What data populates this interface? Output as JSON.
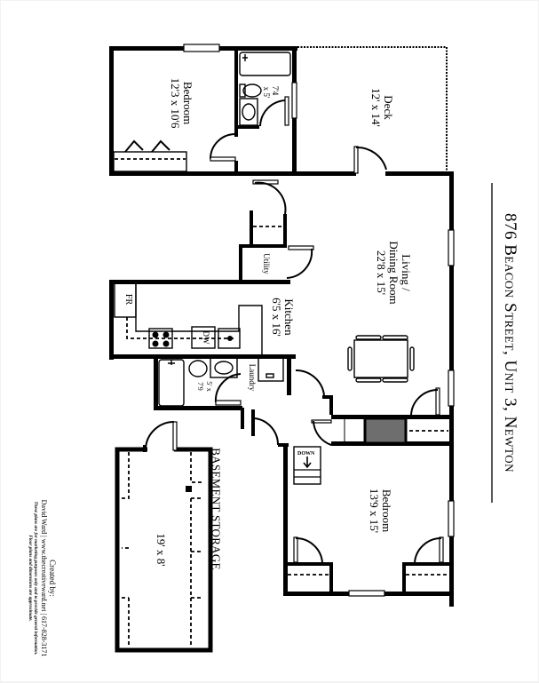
{
  "title": {
    "address": "876 Beacon Street, Unit 3, Newton"
  },
  "rooms": {
    "bedroom1": {
      "name": "Bedroom",
      "dims": "12'3 x 10'6"
    },
    "bath1": {
      "dims_line1": "7'4",
      "dims_line2": "x 5'"
    },
    "deck": {
      "name": "Deck",
      "dims": "12' x 14'"
    },
    "utility": {
      "name": "Utility"
    },
    "kitchen": {
      "name": "Kitchen",
      "dims": "6'5 x 16'"
    },
    "fridge": {
      "label": "FR"
    },
    "dishwasher": {
      "label": "DW"
    },
    "living": {
      "name_line1": "Living /",
      "name_line2": "Dining Room",
      "dims": "22'8 x 15'"
    },
    "bath2": {
      "dims_line1": "5' x",
      "dims_line2": "7'9"
    },
    "laundry": {
      "name": "Laundry"
    },
    "stairs": {
      "label": "DOWN"
    },
    "bedroom2": {
      "name": "Bedroom",
      "dims": "13'9 x 15'"
    },
    "storage": {
      "title": "Basement Storage",
      "dims": "19' x 8'"
    }
  },
  "credits": {
    "created_by": "Created by:",
    "line": "David Ward  |  www.thecreativeward.net  |  617-828-3171",
    "disclaimer1": "These plans are for marketing purposes only and to provide general information.",
    "disclaimer2": "Floor plans and dimensions are approximate."
  },
  "colors": {
    "wall": "#000000",
    "fireplace": "#6e6e6e",
    "background": "#ffffff",
    "page_border": "#f2f2f2"
  }
}
